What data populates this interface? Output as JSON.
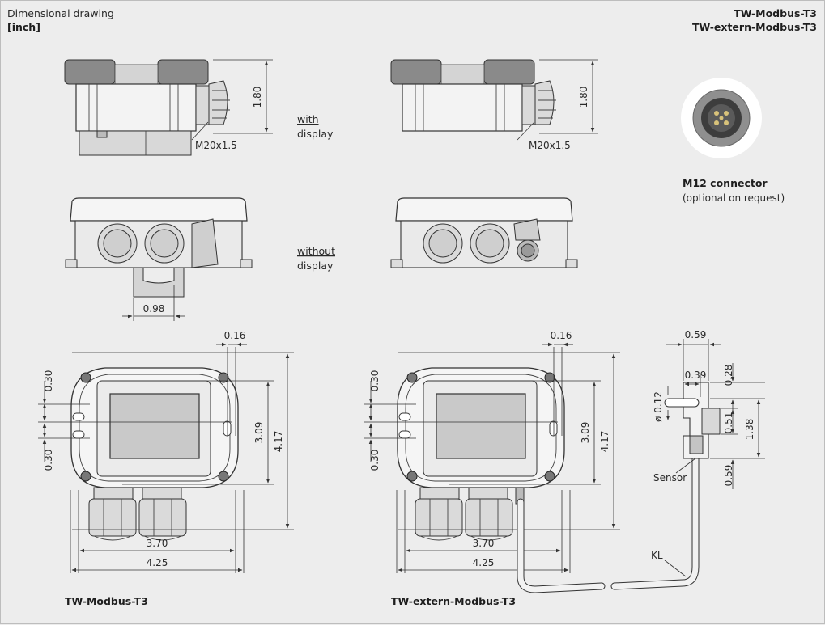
{
  "header": {
    "title": "Dimensional drawing",
    "unit": "[inch]",
    "model_1": "TW-Modbus-T3",
    "model_2": "TW-extern-Modbus-T3"
  },
  "labels": {
    "with_line1": "with",
    "with_line2": "display",
    "without_line1": "without",
    "without_line2": "display",
    "thread_left": "M20x1.5",
    "thread_right": "M20x1.5",
    "connector_title": "M12 connector",
    "connector_note": "(optional on request)",
    "sensor": "Sensor",
    "cable": "KL",
    "caption_left": "TW-Modbus-T3",
    "caption_right": "TW-extern-Modbus-T3"
  },
  "dimensions": {
    "height_side": "1.80",
    "rail_width": "0.98",
    "hole_offset": "0.16",
    "hole_pitch": "0.30",
    "inner_height": "3.09",
    "total_height": "4.17",
    "inner_width": "3.70",
    "total_width": "4.25",
    "sensor_width": "0.59",
    "sensor_inner": "0.39",
    "sensor_top": "0.28",
    "sensor_hole": "ø 0.12",
    "sensor_mid": "0.51",
    "sensor_height": "1.38",
    "sensor_bottom": "0.59"
  }
}
